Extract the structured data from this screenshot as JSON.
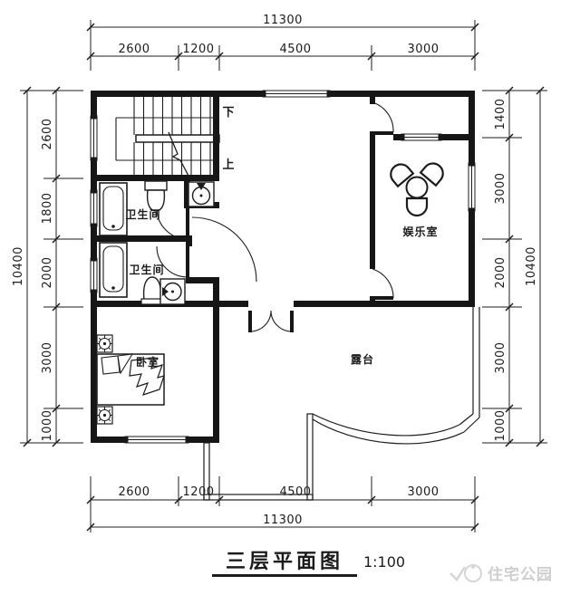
{
  "title": {
    "text": "三层平面图",
    "scale": "1:100"
  },
  "watermark": {
    "text": "住宅公园"
  },
  "rooms": {
    "bathroom_upper": "卫生间",
    "bathroom_lower": "卫生间",
    "bedroom": "卧室",
    "entertainment": "娱乐室",
    "terrace": "露台"
  },
  "stairs": {
    "down": "下",
    "up": "上"
  },
  "dimensions": {
    "top": {
      "total": "11300",
      "segments": [
        "2600",
        "1200",
        "4500",
        "3000"
      ]
    },
    "bottom": {
      "total": "11300",
      "segments": [
        "2600",
        "1200",
        "4500",
        "3000"
      ]
    },
    "left": {
      "total": "10400",
      "segments": [
        "2600",
        "1800",
        "2000",
        "3000",
        "1000"
      ]
    },
    "right": {
      "total": "10400",
      "segments": [
        "1400",
        "3000",
        "2000",
        "3000",
        "1000"
      ]
    }
  },
  "colors": {
    "ink": "#1c1c1c",
    "watermark": "#cfcfcf"
  }
}
